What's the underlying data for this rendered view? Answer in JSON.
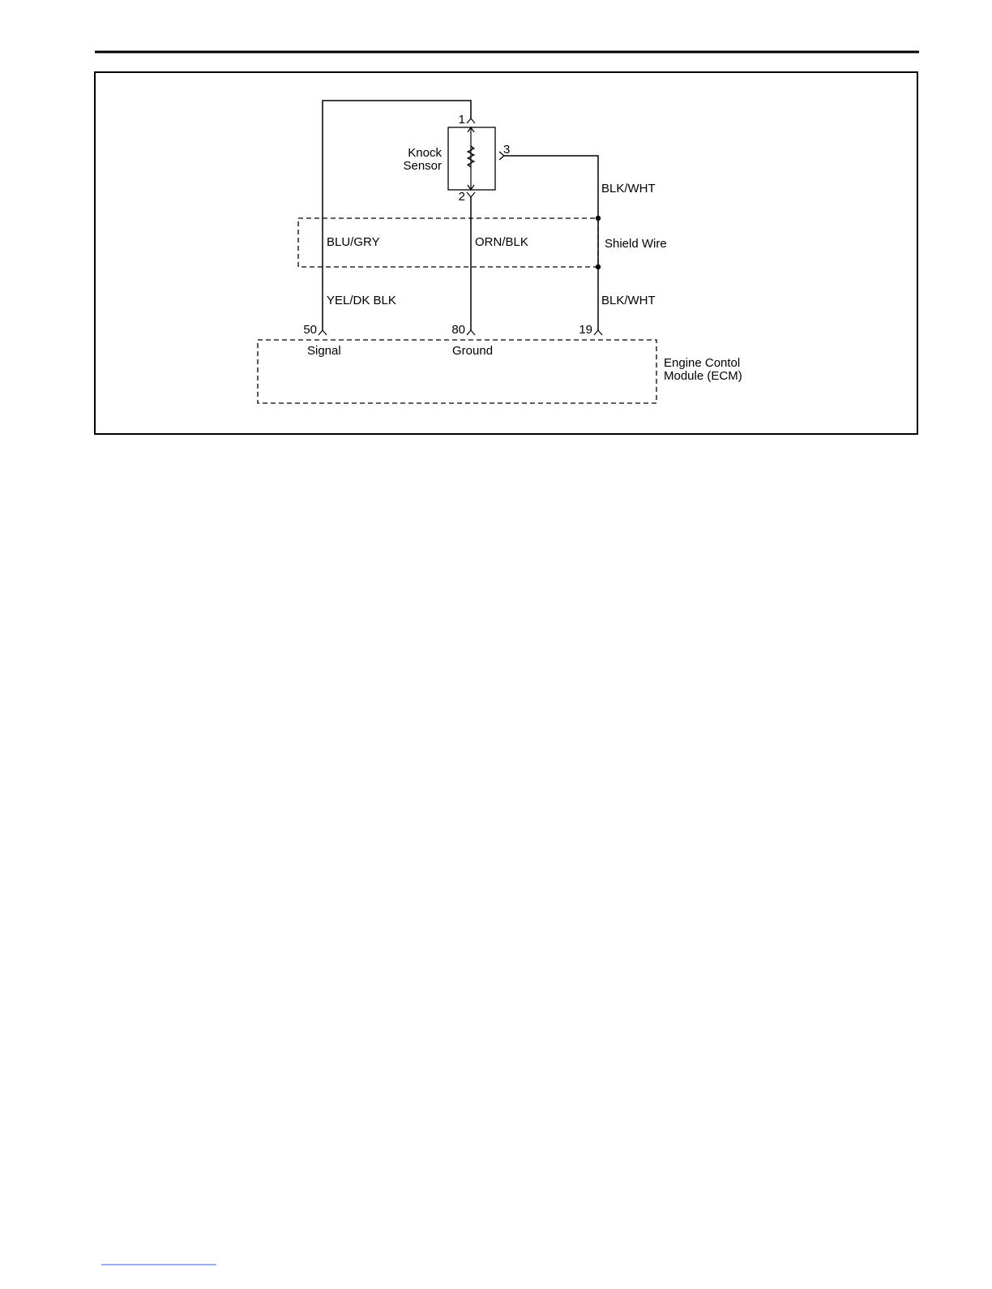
{
  "diagram": {
    "sensor": {
      "name_line1": "Knock",
      "name_line2": "Sensor",
      "pin1": "1",
      "pin2": "2",
      "pin3": "3"
    },
    "wires": {
      "shield_upper": "BLK/WHT",
      "shield_lower": "BLK/WHT",
      "signal_shielded": "BLU/GRY",
      "ground_shielded": "ORN/BLK",
      "signal_lower": "YEL/DK BLK"
    },
    "shield_label": "Shield Wire",
    "ecm": {
      "pin_signal": "50",
      "pin_ground": "80",
      "pin_shield": "19",
      "signal_label": "Signal",
      "ground_label": "Ground",
      "name_line1": "Engine Contol",
      "name_line2": "Module (ECM)"
    }
  }
}
